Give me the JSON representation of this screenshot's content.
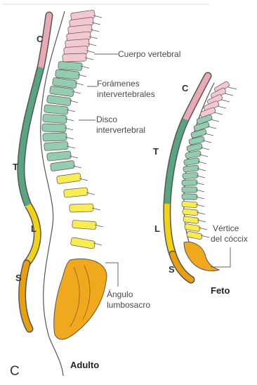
{
  "figure": {
    "panel_letter": "C",
    "colors": {
      "cervical": "#e9aab4",
      "thoracic": "#5aa581",
      "lumbar": "#f1d313",
      "sacral": "#e9a00f",
      "vertebra_cervical": "#f3c8d0",
      "vertebra_thoracic": "#94ccb0",
      "vertebra_lumbar": "#fbec52",
      "sacrum": "#f0a91d",
      "outline": "#555555"
    },
    "adult": {
      "caption": "Adulto",
      "regions": {
        "cervical": "C",
        "thoracic": "T",
        "lumbar": "L",
        "sacral": "S"
      },
      "annotations": {
        "vertebral_body": "Cuerpo vertebral",
        "foramina_line1": "Forámenes",
        "foramina_line2": "intervertebrales",
        "disc_line1": "Disco",
        "disc_line2": "intervertebral",
        "angle_line1": "Ángulo",
        "angle_line2": "lumbosacro"
      }
    },
    "fetus": {
      "caption": "Feto",
      "regions": {
        "cervical": "C",
        "thoracic": "T",
        "lumbar": "L",
        "sacral": "S"
      },
      "annotations": {
        "coccyx_line1": "Vértice",
        "coccyx_line2": "del cóccix"
      }
    }
  }
}
